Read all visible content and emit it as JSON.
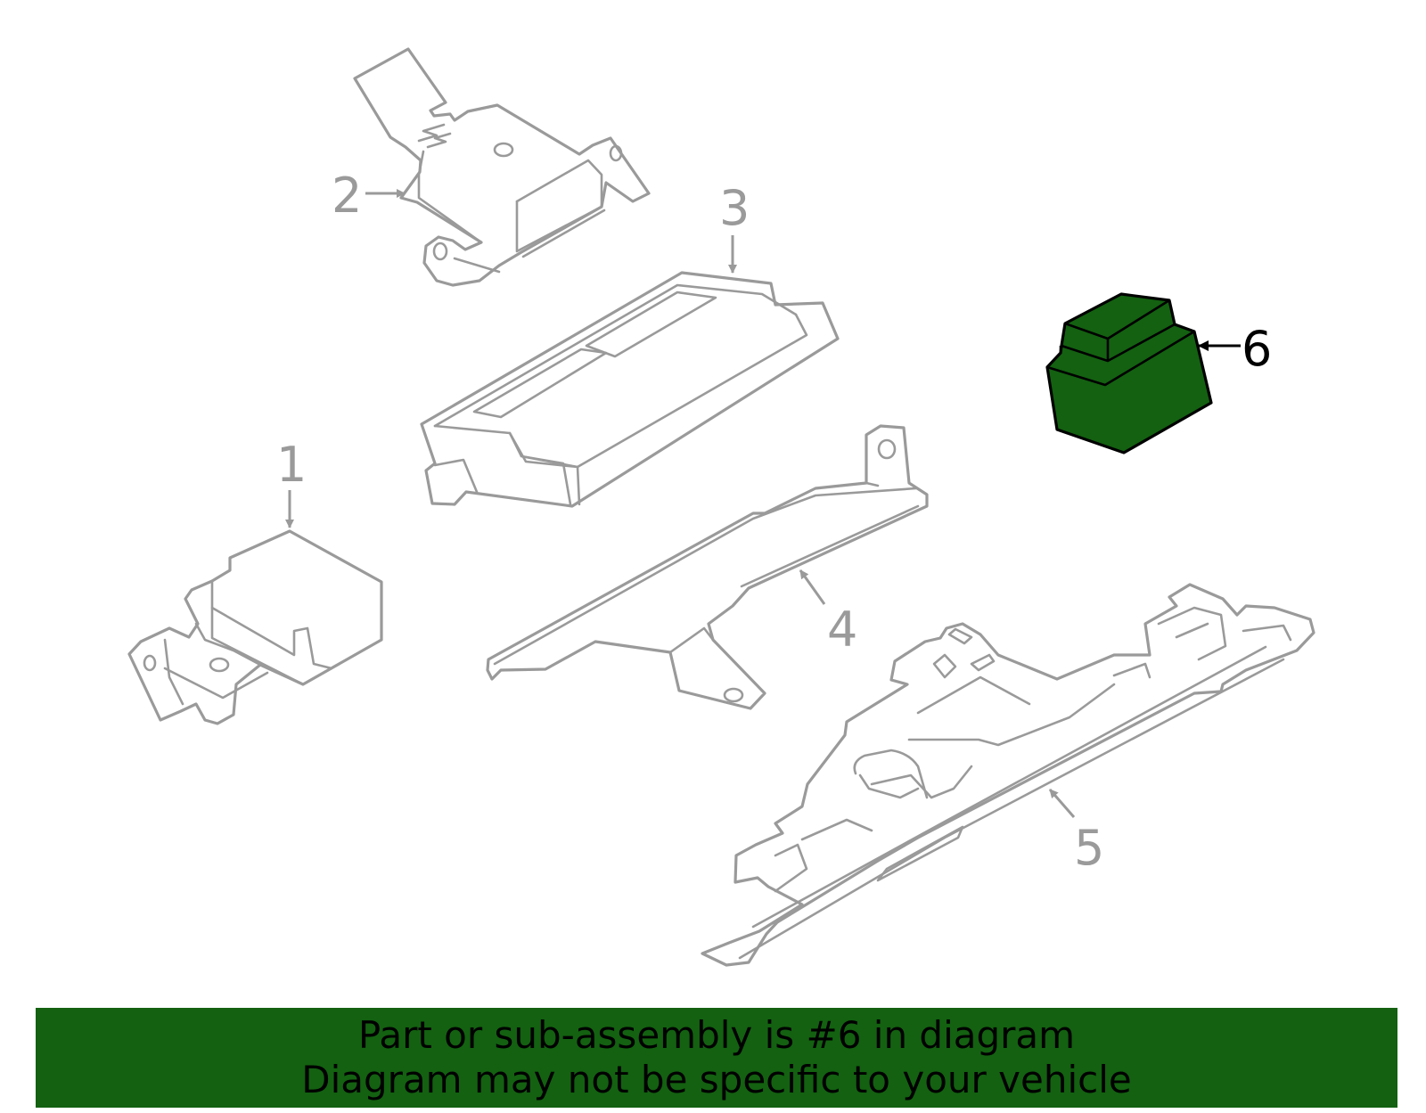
{
  "diagram": {
    "callouts": [
      {
        "id": "1",
        "label": "1"
      },
      {
        "id": "2",
        "label": "2"
      },
      {
        "id": "3",
        "label": "3"
      },
      {
        "id": "4",
        "label": "4"
      },
      {
        "id": "5",
        "label": "5"
      },
      {
        "id": "6",
        "label": "6"
      }
    ],
    "highlighted_part": "6",
    "colors": {
      "line": "#9a9a9a",
      "highlight_fill": "#136111",
      "highlight_outline": "#000000",
      "banner": "#136111"
    }
  },
  "banner": {
    "line1": "Part or sub-assembly is #6 in diagram",
    "line2": "Diagram may not be specific to your vehicle"
  }
}
